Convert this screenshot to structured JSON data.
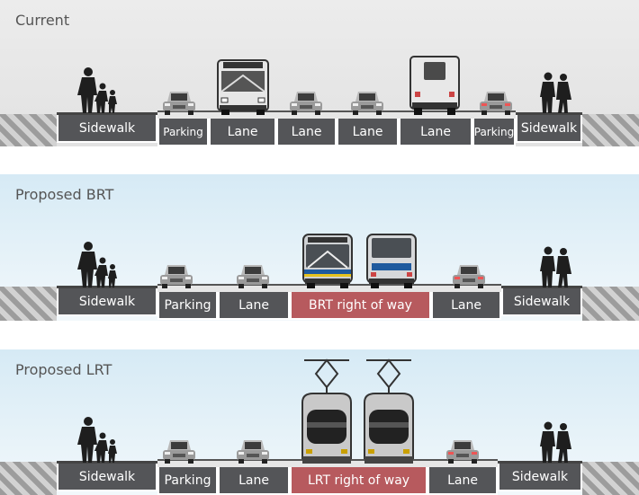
{
  "colors": {
    "segment": "#545558",
    "right_of_way": "#b75a5e",
    "background_current": "#e5e5e5",
    "background_proposed": "#e2f0f7"
  },
  "panels": [
    {
      "title": "Current",
      "segments": [
        "Sidewalk",
        "Parking",
        "Lane",
        "Lane",
        "Lane",
        "Lane",
        "Parking",
        "Sidewalk"
      ]
    },
    {
      "title": "Proposed BRT",
      "segments": [
        "Sidewalk",
        "Parking",
        "Lane",
        "BRT right of way",
        "Lane",
        "Sidewalk"
      ]
    },
    {
      "title": "Proposed LRT",
      "segments": [
        "Sidewalk",
        "Parking",
        "Lane",
        "LRT right of way",
        "Lane",
        "Sidewalk"
      ]
    }
  ],
  "icons": [
    "pedestrian-family-icon",
    "car-icon",
    "bus-icon",
    "brt-bus-icon",
    "lrt-train-icon",
    "pedestrian-couple-icon"
  ]
}
